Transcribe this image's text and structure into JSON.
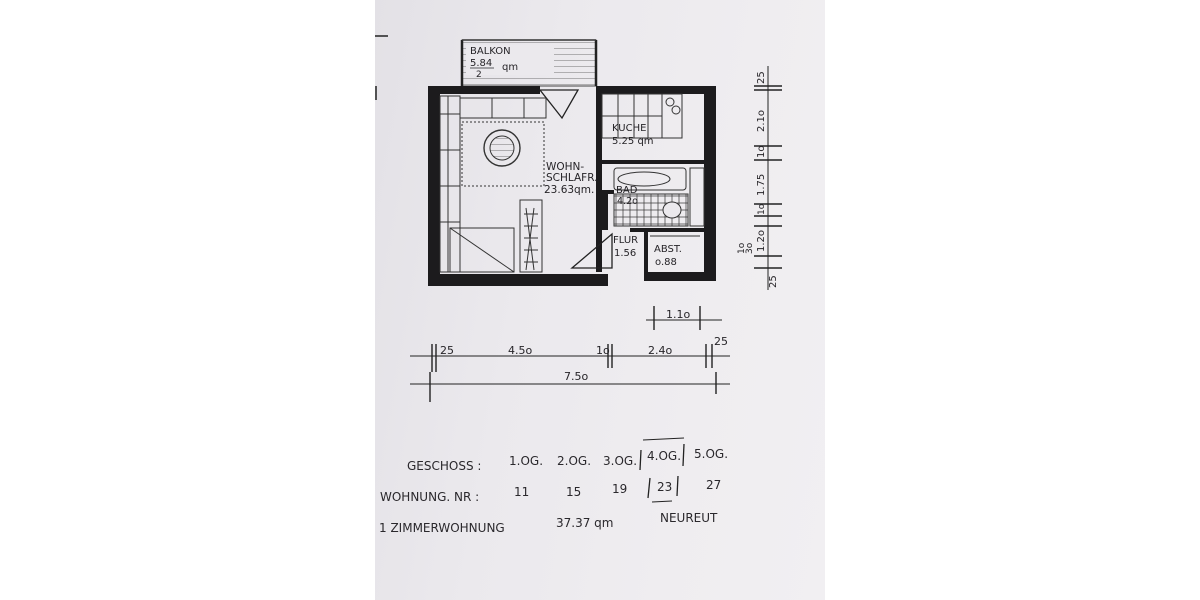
{
  "rooms": {
    "balkon": {
      "name": "BALKON",
      "area": "5.84",
      "divisor": "2",
      "unit": "qm"
    },
    "wohn": {
      "name_line1": "WOHN-",
      "name_line2": "SCHLAFR.",
      "area": "23.63qm."
    },
    "kueche": {
      "name": "KUCHE",
      "area": "5.25 qm"
    },
    "bad": {
      "name": "BAD",
      "area": "4.2o"
    },
    "flur": {
      "name": "FLUR",
      "area": "1.56"
    },
    "abst": {
      "name": "ABST.",
      "area": "o.88"
    }
  },
  "dimensions": {
    "horizontal": {
      "wall_left": "25",
      "wohn_width": "4.5o",
      "inner_wall": "1o",
      "right_width": "2.4o",
      "wall_right": "25",
      "total": "7.5o",
      "door": "1.1o"
    },
    "vertical": [
      "25",
      "2.1o",
      "1o",
      "1.75",
      "1o",
      "1o",
      "3o",
      "1.2o",
      "25"
    ]
  },
  "table": {
    "geschoss_label": "GESCHOSS :",
    "geschosse": [
      "1.OG.",
      "2.OG.",
      "3.OG.",
      "4.OG.",
      "5.OG."
    ],
    "wohnung_label": "WOHNUNG.  NR :",
    "wohnungen": [
      "11",
      "15",
      "19",
      "23",
      "27"
    ],
    "selected_index": 3,
    "type": "1 ZIMMERWOHNUNG",
    "area": "37.37 qm",
    "location": "NEUREUT"
  }
}
